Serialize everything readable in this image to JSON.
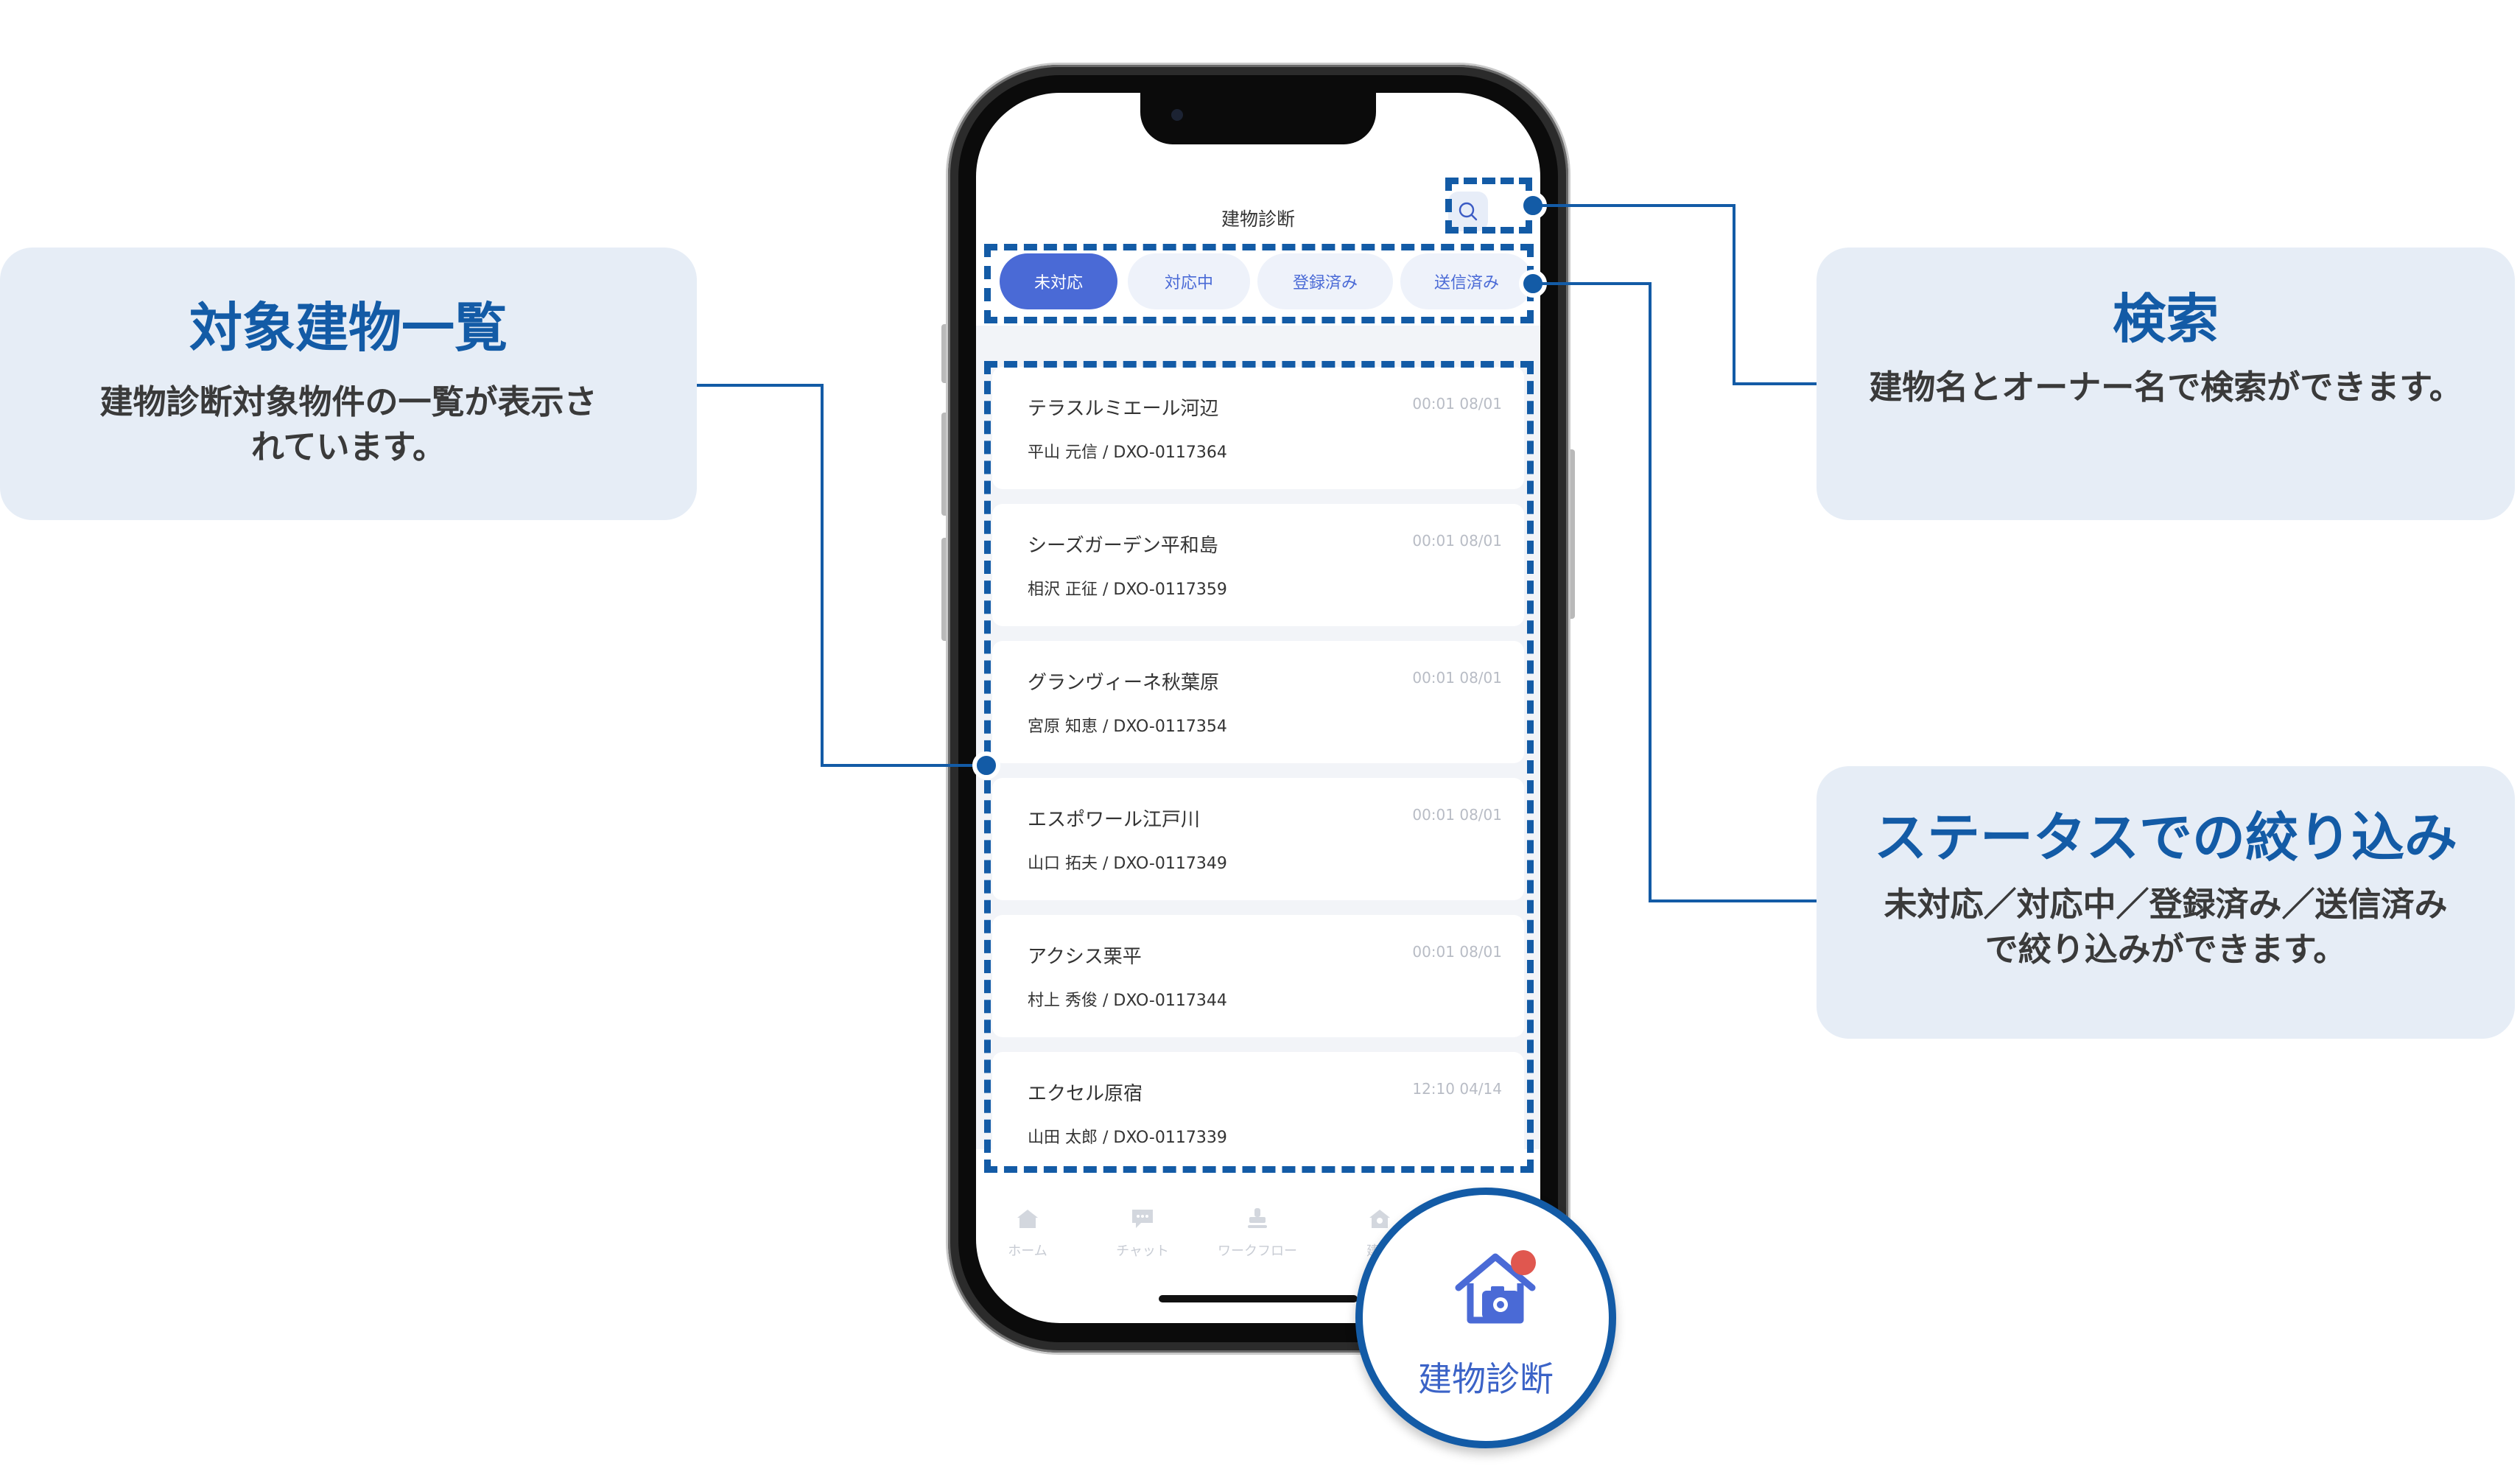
{
  "callouts": {
    "list": {
      "title": "対象建物一覧",
      "desc_lines": [
        "建物診断対象物件の一覧が表示さ",
        "れています。"
      ]
    },
    "search": {
      "title": "検索",
      "desc_lines": [
        "建物名とオーナー名で検索ができます。"
      ]
    },
    "filter": {
      "title": "ステータスでの絞り込み",
      "desc_lines": [
        "未対応／対応中／登録済み／送信済み",
        "で絞り込みができます。"
      ]
    }
  },
  "app": {
    "title": "建物診断",
    "search_icon": "search-icon",
    "tabs": [
      "未対応",
      "対応中",
      "登録済み",
      "送信済み"
    ],
    "active_tab": "未対応",
    "items": [
      {
        "title": "テラスルミエール河辺",
        "owner_code": "平山 元信 / DXO-0117364",
        "time": "00:01 08/01"
      },
      {
        "title": "シーズガーデン平和島",
        "owner_code": "相沢 正征 / DXO-0117359",
        "time": "00:01 08/01"
      },
      {
        "title": "グランヴィーネ秋葉原",
        "owner_code": "宮原 知恵 / DXO-0117354",
        "time": "00:01 08/01"
      },
      {
        "title": "エスポワール江戸川",
        "owner_code": "山口 拓夫 / DXO-0117349",
        "time": "00:01 08/01"
      },
      {
        "title": "アクシス栗平",
        "owner_code": "村上 秀俊 / DXO-0117344",
        "time": "00:01 08/01"
      },
      {
        "title": "エクセル原宿",
        "owner_code": "山田 太郎 / DXO-0117339",
        "time": "12:10 04/14"
      }
    ],
    "nav": [
      {
        "label": "ホーム",
        "icon": "home-icon"
      },
      {
        "label": "チャット",
        "icon": "chat-icon"
      },
      {
        "label": "ワークフロー",
        "icon": "stamp-icon"
      },
      {
        "label": "建物",
        "icon": "building-icon"
      }
    ]
  },
  "badge": {
    "label": "建物診断",
    "icon": "house-camera-icon"
  },
  "colors": {
    "annotation": "#135ba6",
    "card_bg": "#e6edf6",
    "accent": "#4a6ad6",
    "notification": "#e0574f"
  }
}
